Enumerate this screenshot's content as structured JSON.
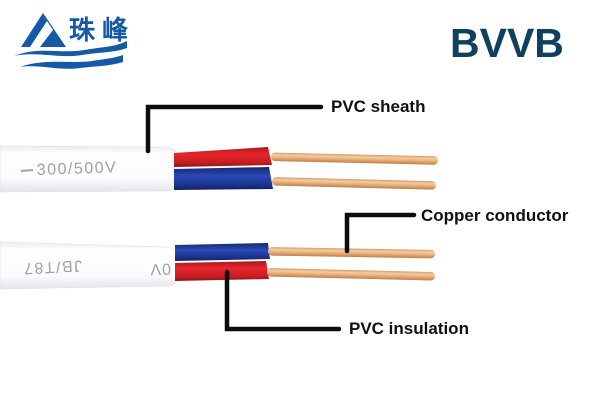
{
  "brand": {
    "logo_characters": "珠峰",
    "product_code": "BVVB"
  },
  "cable_top": {
    "sheath_print": "300/500V"
  },
  "cable_bottom": {
    "sheath_print_standard": "JB/T87",
    "sheath_print_voltage": "0V"
  },
  "annotations": {
    "sheath": "PVC sheath",
    "conductor": "Copper conductor",
    "insulation": "PVC insulation"
  },
  "colors": {
    "brand_blue": "#1659a7",
    "code_navy": "#113f5e",
    "wire_red": "#d61f24",
    "wire_blue": "#1e3a9e",
    "copper": "#e3a872",
    "sheath_white": "#ffffff",
    "sheath_print_gray": "#9fa0a8",
    "annotation_black": "#0d0d0d"
  }
}
